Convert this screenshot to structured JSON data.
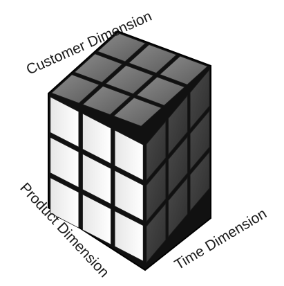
{
  "diagram": {
    "labels": {
      "customer": "Customer Dimension",
      "product": "Product Dimension",
      "time": "Time Dimension"
    },
    "cube": {
      "grid": 3,
      "top_face_color": "#6e6e6e",
      "left_face_color": "#f3f3f3",
      "right_face_color": "#3c3c3c",
      "gap_color": "#111111"
    }
  }
}
